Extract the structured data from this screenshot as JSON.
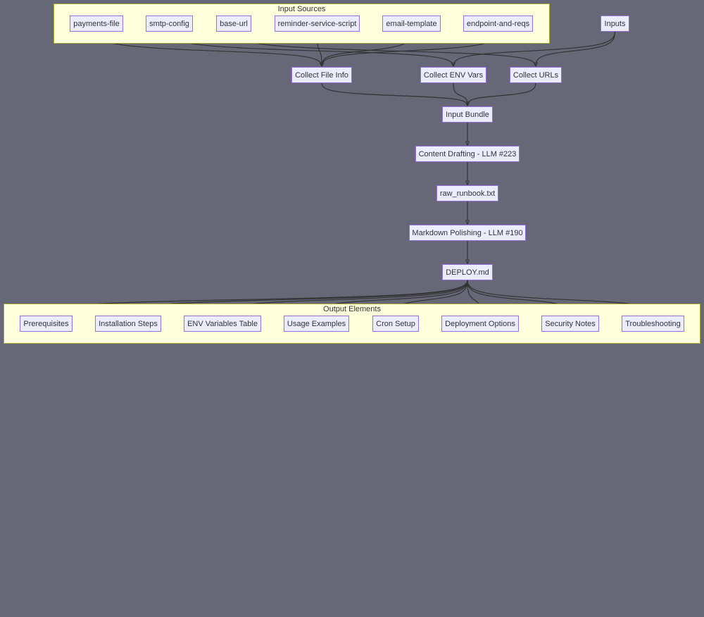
{
  "colors": {
    "background": "#666878",
    "cluster_fill": "#ffffde",
    "cluster_border": "#aaaa33",
    "node_fill": "#ececff",
    "node_border": "#9370db",
    "edge": "#333333",
    "text": "#333333"
  },
  "clusters": {
    "input_sources": {
      "label": "Input Sources"
    },
    "output_elements": {
      "label": "Output Elements"
    }
  },
  "nodes": {
    "payments_file": "payments-file",
    "smtp_config": "smtp-config",
    "base_url": "base-url",
    "reminder_service_script": "reminder-service-script",
    "email_template": "email-template",
    "endpoint_and_reqs": "endpoint-and-reqs",
    "inputs": "Inputs",
    "collect_file_info": "Collect File Info",
    "collect_env_vars": "Collect ENV Vars",
    "collect_urls": "Collect URLs",
    "input_bundle": "Input Bundle",
    "content_drafting": "Content Drafting - LLM #223",
    "raw_runbook": "raw_runbook.txt",
    "markdown_polishing": "Markdown Polishing - LLM #190",
    "deploy_md": "DEPLOY.md",
    "prerequisites": "Prerequisites",
    "installation_steps": "Installation Steps",
    "env_variables_table": "ENV Variables Table",
    "usage_examples": "Usage Examples",
    "cron_setup": "Cron Setup",
    "deployment_options": "Deployment Options",
    "security_notes": "Security Notes",
    "troubleshooting": "Troubleshooting"
  },
  "edges": [
    [
      "payments_file",
      "collect_file_info"
    ],
    [
      "smtp_config",
      "collect_env_vars"
    ],
    [
      "base_url",
      "collect_urls"
    ],
    [
      "reminder_service_script",
      "collect_file_info"
    ],
    [
      "email_template",
      "collect_file_info"
    ],
    [
      "endpoint_and_reqs",
      "collect_file_info"
    ],
    [
      "inputs",
      "collect_env_vars"
    ],
    [
      "inputs",
      "collect_urls"
    ],
    [
      "collect_file_info",
      "input_bundle"
    ],
    [
      "collect_env_vars",
      "input_bundle"
    ],
    [
      "collect_urls",
      "input_bundle"
    ],
    [
      "input_bundle",
      "content_drafting"
    ],
    [
      "content_drafting",
      "raw_runbook"
    ],
    [
      "raw_runbook",
      "markdown_polishing"
    ],
    [
      "markdown_polishing",
      "deploy_md"
    ],
    [
      "deploy_md",
      "prerequisites"
    ],
    [
      "deploy_md",
      "installation_steps"
    ],
    [
      "deploy_md",
      "env_variables_table"
    ],
    [
      "deploy_md",
      "usage_examples"
    ],
    [
      "deploy_md",
      "cron_setup"
    ],
    [
      "deploy_md",
      "deployment_options"
    ],
    [
      "deploy_md",
      "security_notes"
    ],
    [
      "deploy_md",
      "troubleshooting"
    ]
  ]
}
